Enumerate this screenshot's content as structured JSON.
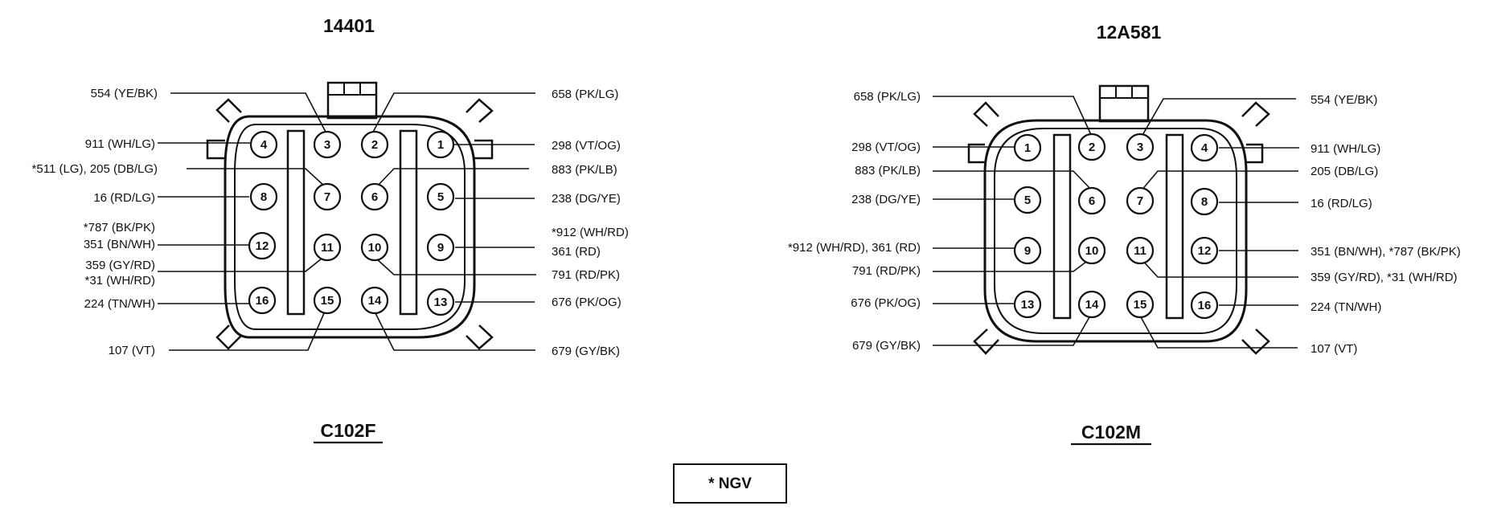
{
  "connectors": [
    {
      "part_number": "14401",
      "name": "C102F",
      "pins": [
        {
          "num": "1",
          "label": "298 (VT/OG)"
        },
        {
          "num": "2",
          "label": "658 (PK/LG)"
        },
        {
          "num": "3",
          "label": "554 (YE/BK)"
        },
        {
          "num": "4",
          "label": "911 (WH/LG)"
        },
        {
          "num": "5",
          "label": "238 (DG/YE)"
        },
        {
          "num": "6",
          "label": "883 (PK/LB)"
        },
        {
          "num": "7",
          "label": "*511 (LG), 205 (DB/LG)"
        },
        {
          "num": "8",
          "label": "16 (RD/LG)"
        },
        {
          "num": "9",
          "label": "361 (RD)",
          "label_extra": "*912 (WH/RD)"
        },
        {
          "num": "10",
          "label": "791 (RD/PK)"
        },
        {
          "num": "11",
          "label": "359 (GY/RD)",
          "label_extra": "*31 (WH/RD)"
        },
        {
          "num": "12",
          "label": "351 (BN/WH)",
          "label_extra": "*787 (BK/PK)"
        },
        {
          "num": "13",
          "label": "676 (PK/OG)"
        },
        {
          "num": "14",
          "label": "679 (GY/BK)"
        },
        {
          "num": "15",
          "label": "107 (VT)"
        },
        {
          "num": "16",
          "label": "224 (TN/WH)"
        }
      ]
    },
    {
      "part_number": "12A581",
      "name": "C102M",
      "pins": [
        {
          "num": "1",
          "label": "298 (VT/OG)"
        },
        {
          "num": "2",
          "label": "658 (PK/LG)"
        },
        {
          "num": "3",
          "label": "554 (YE/BK)"
        },
        {
          "num": "4",
          "label": "911 (WH/LG)"
        },
        {
          "num": "5",
          "label": "238 (DG/YE)"
        },
        {
          "num": "6",
          "label": "883 (PK/LB)"
        },
        {
          "num": "7",
          "label": "205 (DB/LG)"
        },
        {
          "num": "8",
          "label": "16 (RD/LG)"
        },
        {
          "num": "9",
          "label": "*912 (WH/RD), 361 (RD)"
        },
        {
          "num": "10",
          "label": "791 (RD/PK)"
        },
        {
          "num": "11",
          "label": "359 (GY/RD), *31 (WH/RD)"
        },
        {
          "num": "12",
          "label": "351 (BN/WH), *787 (BK/PK)"
        },
        {
          "num": "13",
          "label": "676 (PK/OG)"
        },
        {
          "num": "14",
          "label": "679 (GY/BK)"
        },
        {
          "num": "15",
          "label": "107 (VT)"
        },
        {
          "num": "16",
          "label": "224 (TN/WH)"
        }
      ]
    }
  ],
  "legend": {
    "text": "* NGV"
  }
}
